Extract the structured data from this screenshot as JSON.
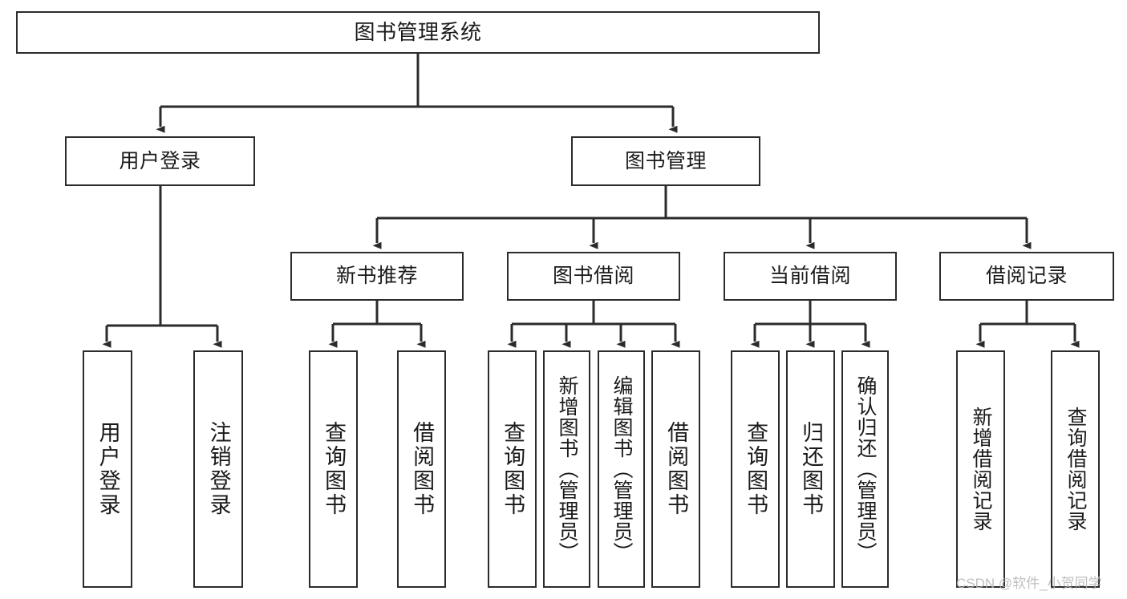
{
  "diagram": {
    "title": "图书管理系统",
    "type": "tree-hierarchy-chart",
    "colors": {
      "box_border": "#2b2b2b",
      "box_fill": "#ffffff",
      "edge": "#2b2b2b",
      "text": "#1a1a1a",
      "watermark": "#b5b5b5",
      "background": "#ffffff"
    },
    "watermark": "CSDN @软件_小贺同学",
    "nodes": {
      "root": {
        "label": "图书管理系统"
      },
      "level2": [
        {
          "label": "用户登录"
        },
        {
          "label": "图书管理"
        }
      ],
      "level3": [
        {
          "label": "新书推荐"
        },
        {
          "label": "图书借阅"
        },
        {
          "label": "当前借阅"
        },
        {
          "label": "借阅记录"
        }
      ],
      "leaves": {
        "user_login": [
          {
            "label": "用户登录"
          },
          {
            "label": "注销登录"
          }
        ],
        "new_book_recommend": [
          {
            "label": "查询图书"
          },
          {
            "label": "借阅图书"
          }
        ],
        "book_borrow": [
          {
            "label": "查询图书"
          },
          {
            "label": "新增图书（管理员）"
          },
          {
            "label": "编辑图书（管理员）"
          },
          {
            "label": "借阅图书"
          }
        ],
        "current_borrow": [
          {
            "label": "查询图书"
          },
          {
            "label": "归还图书"
          },
          {
            "label": "确认归还（管理员）"
          }
        ],
        "borrow_record": [
          {
            "label": "新增借阅记录"
          },
          {
            "label": "查询借阅记录"
          }
        ]
      }
    }
  }
}
